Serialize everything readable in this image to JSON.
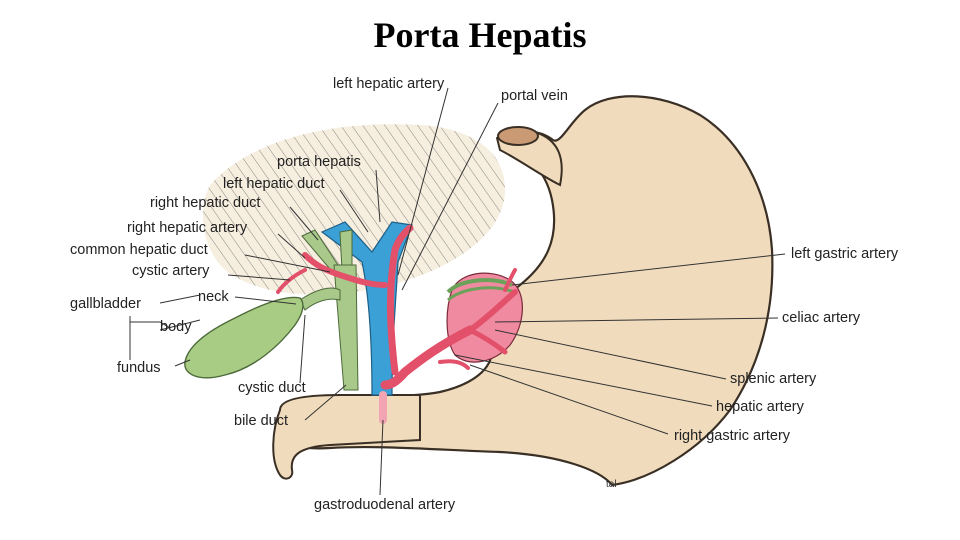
{
  "title": "Porta Hepatis",
  "colors": {
    "stomach": "#f0dcbc",
    "stomach_edge": "#3a2f25",
    "liver_area": "#f6eedf",
    "portal_vein": "#3aa0d6",
    "artery": "#e2506a",
    "bile": "#a9c98a",
    "gallbladder": "#a9cc84",
    "celiac_region": "#f08aa0"
  },
  "labels": {
    "left_hepatic_artery": "left hepatic artery",
    "portal_vein": "portal vein",
    "porta_hepatis": "porta hepatis",
    "left_hepatic_duct": "left hepatic duct",
    "right_hepatic_duct": "right hepatic duct",
    "right_hepatic_artery": "right hepatic artery",
    "common_hepatic_duct": "common hepatic duct",
    "cystic_artery": "cystic artery",
    "gallbladder": "gallbladder",
    "neck": "neck",
    "body": "body",
    "fundus": "fundus",
    "cystic_duct": "cystic duct",
    "bile_duct": "bile duct",
    "gastroduodenal_artery": "gastroduodenal artery",
    "left_gastric_artery": "left gastric artery",
    "celiac_artery": "celiac artery",
    "splenic_artery": "splenic artery",
    "hepatic_artery": "hepatic artery",
    "right_gastric_artery": "right gastric artery"
  },
  "signature": "tal"
}
